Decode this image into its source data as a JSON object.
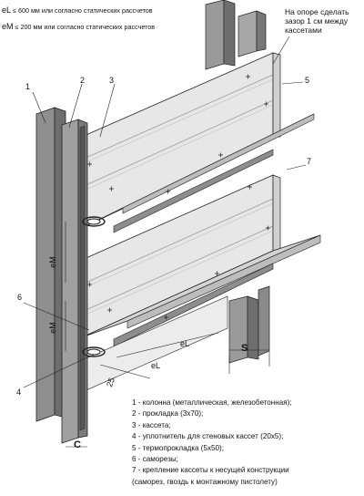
{
  "spacing_notes": [
    {
      "symbol": "eL",
      "text": "≤ 600 мм или согласно статических рассчетов"
    },
    {
      "symbol": "eM",
      "text": "≤ 200 мм или согласно статических рассчетов"
    }
  ],
  "support_note": "На опоре сделать зазор 1 см между кассетами",
  "callouts": [
    "1",
    "2",
    "3",
    "5",
    "7",
    "6",
    "4"
  ],
  "dimensions": {
    "eM_upper": "eM",
    "eM_lower": "eM",
    "eL_right": "eL",
    "eL_left": "eL",
    "s": "S",
    "gap": "25",
    "c": "C"
  },
  "legend": [
    "1 - колонна (металлическая, железобетонная);",
    "2 - прокладка (3х70);",
    "3 - кассета;",
    "4 - уплотнитель для стеновых кассет (20х5);",
    "5 - термопрокладка (5х50);",
    "6 - саморезы;",
    "7 - крепление кассеты к несущей конструкции",
    "(саморез, гвоздь к монтажному пистолету)"
  ],
  "colors": {
    "column": "#8f8f8f",
    "column_dark": "#6e6e6e",
    "cassette_face": "#e6e6e6",
    "cassette_shade": "#cfcfcf",
    "rib": "#b5b5b5",
    "line": "#222222"
  }
}
